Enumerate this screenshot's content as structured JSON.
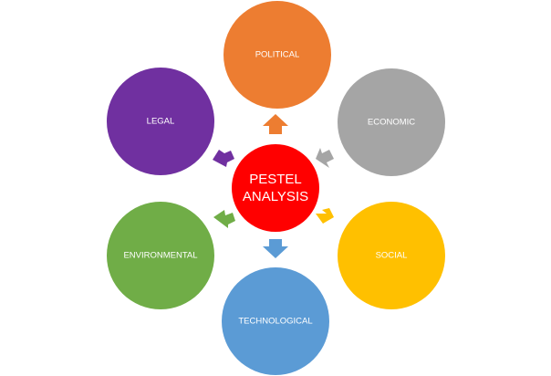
{
  "diagram": {
    "center": {
      "line1": "PESTEL",
      "line2": "ANALYSIS",
      "color": "#ff0000"
    },
    "factors": [
      {
        "key": "political",
        "label": "POLITICAL",
        "color": "#ed7d31"
      },
      {
        "key": "economic",
        "label": "ECONOMIC",
        "color": "#a5a5a5"
      },
      {
        "key": "social",
        "label": "SOCIAL",
        "color": "#ffc000"
      },
      {
        "key": "technological",
        "label": "TECHNOLOGICAL",
        "color": "#5b9bd5"
      },
      {
        "key": "environmental",
        "label": "ENVIRONMENTAL",
        "color": "#70ad47"
      },
      {
        "key": "legal",
        "label": "LEGAL",
        "color": "#7030a0"
      }
    ]
  }
}
